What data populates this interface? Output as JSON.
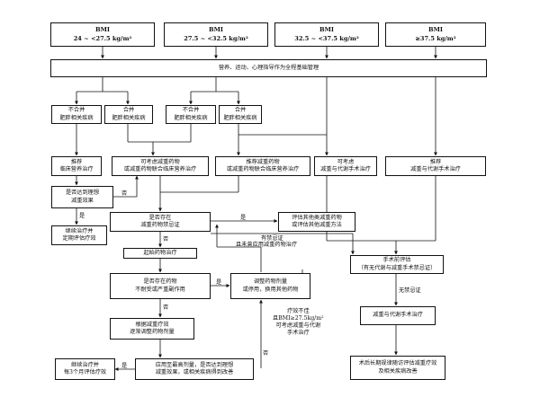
{
  "bmi_groups": [
    {
      "title": "BMI",
      "range": "24 ~ <27.5 kg/m²"
    },
    {
      "title": "BMI",
      "range": "27.5 ~ <32.5 kg/m²"
    },
    {
      "title": "BMI",
      "range": "32.5 ~ <37.5 kg/m²"
    },
    {
      "title": "BMI",
      "range": "≥37.5 kg/m²"
    }
  ],
  "lifestyle": "营养、运动、心理指导作为全程基础管理",
  "comorbidity": {
    "g1_no": "不合并\n肥胖相关疾病",
    "g1_yes": "合并\n肥胖相关疾病",
    "g2_no": "不合并\n肥胖相关疾病",
    "g2_yes": "合并\n肥胖相关疾病"
  },
  "recommend": {
    "nutrition": "推荐\n临床营养治疗",
    "consider_drug": "可考虑减重药物\n或减重药物联合临床营养治疗",
    "recommend_drug": "推荐减重药物\n或减重药物联合临床营养治疗",
    "consider_surgery": "可考虑\n减重与代谢手术治疗",
    "recommend_surgery": "推荐\n减重与代谢手术治疗"
  },
  "flow": {
    "reach_goal": "是否达到理想\n减重效果",
    "continue_followup": "继续治疗并\n定期评估疗效",
    "have_drug_indication": "是否存在\n减重药物禁忌证",
    "evaluate_other": "评估其他类减重药物\n或评估其他减重方法",
    "start_drug": "起始药物治疗",
    "side_effects": "是否存在药物\n不耐受或严重副作用",
    "reduce_or_switch": "调整药物剂量\n或停用，换用其他药物",
    "adjust_dose": "根据减重疗效\n逐渐调整药物剂量",
    "max_dose_check": "应用至最高剂量，是否达到理想\n减重效果，或相关疾病得到改善",
    "continue_3m": "继续治疗并\n每3个月评估疗效",
    "surgery_eval": "手术前评估\n（有无代谢与减重手术禁忌证）",
    "surgery": "减重与代谢手术治疗",
    "postop": "术后长期规律随访评估减重疗效\n及相关疾病改善"
  },
  "labels": {
    "no": "否",
    "yes": "是",
    "has_contra": "有禁忌证",
    "has_contra_sub": "且未曾应用减重药物治疗",
    "no_contra": "无禁忌证",
    "poor_effect": "疗效不佳\n且BMI≥27.5kg/m²\n可考虑减重与代谢\n手术治疗"
  }
}
